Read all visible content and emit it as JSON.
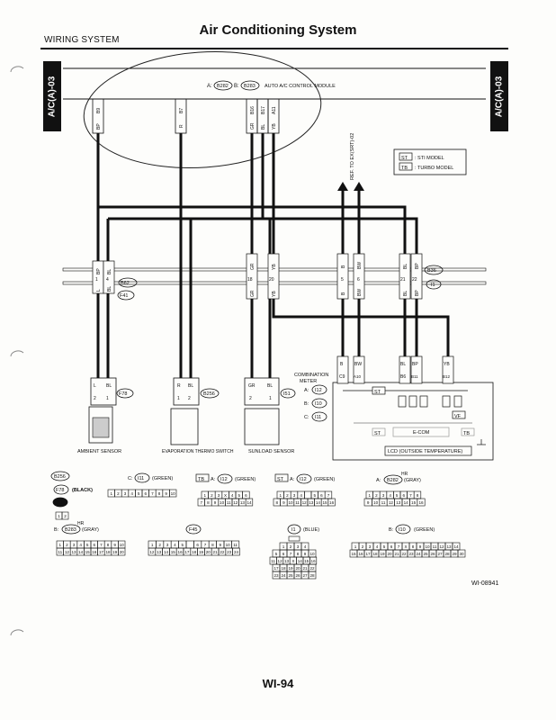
{
  "header": {
    "section": "WIRING SYSTEM",
    "title": "Air Conditioning System",
    "side_tab_left": "A/C(A)-03",
    "side_tab_right": "A/C(A)-03"
  },
  "module": {
    "conn_a_prefix": "A:",
    "conn_a": "B282",
    "conn_b_prefix": "B:",
    "conn_b": "B283",
    "label": "AUTO A/C CONTROL MODULE",
    "pins": [
      {
        "top": "B9",
        "bottom": "BP"
      },
      {
        "top": "B7",
        "bottom": "R"
      },
      {
        "top": "B16",
        "bottom": "GR"
      },
      {
        "top": "B17",
        "bottom": "BL"
      },
      {
        "top": "A11",
        "bottom": "YB"
      }
    ]
  },
  "legend": {
    "items": [
      {
        "code": "ST",
        "text": ": STI MODEL"
      },
      {
        "code": "TB",
        "text": ": TURBO MODEL"
      }
    ]
  },
  "ref_label": "REF. TO EX(SRT)-02",
  "joint": {
    "b62": "B62",
    "f41": "F41",
    "b36": "B36",
    "i1": "I1",
    "left_pins": [
      {
        "top": "BP",
        "num": "1",
        "bottom": "L"
      },
      {
        "top": "BL",
        "num": "4",
        "bottom": "BL"
      }
    ],
    "mid_pins": [
      {
        "top": "GR",
        "num": "18",
        "bottom": "GR"
      },
      {
        "top": "YB",
        "num": "20",
        "bottom": "YB"
      }
    ],
    "right_pins": [
      {
        "top": "B",
        "num": "5",
        "bottom": "B"
      },
      {
        "top": "BW",
        "num": "6",
        "bottom": "BW"
      },
      {
        "top": "BL",
        "num": "21",
        "bottom": "BL"
      },
      {
        "top": "BP",
        "num": "22",
        "bottom": "BP"
      }
    ]
  },
  "components": {
    "ambient": {
      "conn": "F78",
      "label": "AMBIENT SENSOR",
      "pins": [
        "L",
        "BL"
      ],
      "nums": [
        "2",
        "1"
      ]
    },
    "evap": {
      "conn": "B256",
      "label": "EVAPORATION THERMO SWITCH",
      "pins": [
        "R",
        "BL"
      ],
      "nums": [
        "1",
        "2"
      ]
    },
    "sunload": {
      "conn": "I51",
      "label": "SUNLOAD SENSOR",
      "pins": [
        "GR",
        "BL"
      ],
      "nums": [
        "2",
        "1"
      ]
    },
    "meter": {
      "title_line1": "COMBINATION",
      "title_line2": "METER",
      "conns": [
        {
          "prefix": "A:",
          "id": "I12"
        },
        {
          "prefix": "B:",
          "id": "I10"
        },
        {
          "prefix": "C:",
          "id": "I11"
        }
      ],
      "pins": [
        {
          "color": "B",
          "pin": "C9"
        },
        {
          "color": "BW",
          "pin": "A10"
        },
        {
          "color": "BL",
          "pin": "B6"
        },
        {
          "color": "BP",
          "pin": "B11"
        },
        {
          "color": "YB",
          "pin": "B12"
        }
      ],
      "st": "ST",
      "tb": "TB",
      "ecom": "E-COM",
      "vf": "VF",
      "lcd": "LCD (OUTSIDE TEMPERATURE)"
    }
  },
  "connectors": {
    "b256": "B256",
    "f78": "F78",
    "f78_suffix": "(BLACK)",
    "i51": "I51",
    "i51_cells": [
      "1",
      "2"
    ],
    "i11_prefix": "C:",
    "i11": "I11",
    "i11_color": "(GREEN)",
    "i11_cells": [
      "1",
      "2",
      "3",
      "4",
      "5",
      "6",
      "7",
      "8",
      "9",
      "10"
    ],
    "tb_i12_tag": "TB",
    "tb_i12_prefix": "A:",
    "tb_i12": "I12",
    "tb_i12_color": "(GREEN)",
    "tb_i12_row1": [
      "1",
      "2",
      "3",
      "X",
      "4",
      "5",
      "6"
    ],
    "tb_i12_row2": [
      "7",
      "8",
      "9",
      "10",
      "11",
      "12",
      "13",
      "14"
    ],
    "st_i12_tag": "ST",
    "st_i12_prefix": "A:",
    "st_i12": "I12",
    "st_i12_color": "(GREEN)",
    "st_i12_row1": [
      "1",
      "2",
      "3",
      "4",
      "",
      "5",
      "6",
      "7"
    ],
    "st_i12_row2": [
      "8",
      "9",
      "10",
      "11",
      "12",
      "13",
      "14",
      "15",
      "16"
    ],
    "b282_hr": "HR",
    "b282_prefix": "A:",
    "b282": "B282",
    "b282_color": "(GRAY)",
    "b282_row1": [
      "1",
      "2",
      "3",
      "4",
      "5",
      "6",
      "7",
      "8"
    ],
    "b282_row2": [
      "9",
      "10",
      "11",
      "12",
      "13",
      "14",
      "15",
      "16"
    ],
    "b283_hr": "HR",
    "b283_prefix": "B:",
    "b283": "B283",
    "b283_color": "(GRAY)",
    "b283_row1": [
      "1",
      "2",
      "3",
      "4",
      "5",
      "6",
      "7",
      "8",
      "9",
      "10"
    ],
    "b283_row2": [
      "11",
      "12",
      "13",
      "14",
      "15",
      "16",
      "17",
      "18",
      "19",
      "20"
    ],
    "f45": "F45",
    "f45_row1": [
      "1",
      "2",
      "3",
      "4",
      "5",
      "",
      "6",
      "7",
      "8",
      "9",
      "10",
      "11"
    ],
    "f45_row2": [
      "12",
      "13",
      "14",
      "15",
      "16",
      "17",
      "18",
      "19",
      "20",
      "21",
      "22",
      "23",
      "24"
    ],
    "i1": "I1",
    "i1_color": "(BLUE)",
    "i1_row1": [
      "1",
      "2",
      "3",
      "4"
    ],
    "i1_row2": [
      "5",
      "6",
      "7",
      "8",
      "9",
      "10"
    ],
    "i1_row3": [
      "11",
      "12",
      "13",
      "X",
      "14",
      "15",
      "16"
    ],
    "i1_row4": [
      "17",
      "18",
      "19",
      "20",
      "21",
      "22"
    ],
    "i1_row5": [
      "23",
      "24",
      "25",
      "26",
      "27",
      "28"
    ],
    "i10_prefix": "B:",
    "i10": "I10",
    "i10_color": "(GREEN)",
    "i10_row1": [
      "1",
      "2",
      "3",
      "4",
      "5",
      "6",
      "7",
      "X",
      "8",
      "9",
      "10",
      "11",
      "12",
      "13",
      "14"
    ],
    "i10_row2": [
      "15",
      "16",
      "17",
      "18",
      "19",
      "20",
      "21",
      "22",
      "23",
      "24",
      "25",
      "26",
      "27",
      "28",
      "29",
      "30"
    ]
  },
  "diagram_code": "WI-08941",
  "page_number": "WI-94"
}
